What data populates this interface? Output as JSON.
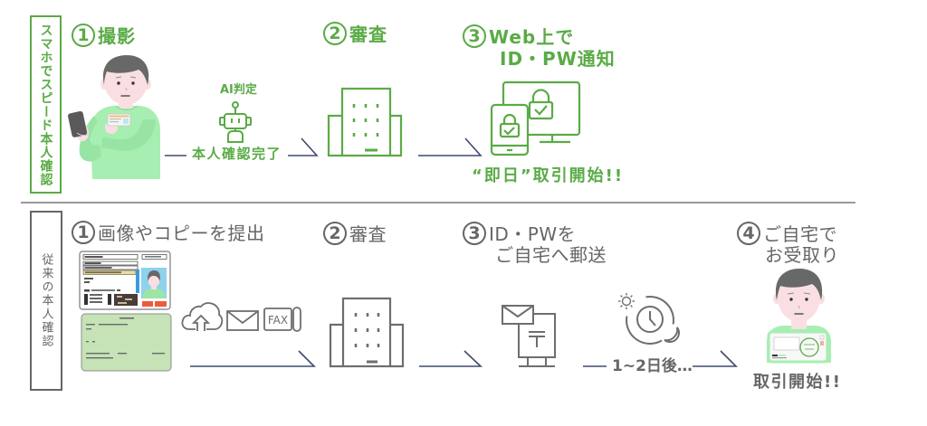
{
  "colors": {
    "accent_green": "#5aab46",
    "text_gray": "#666666",
    "icon_gray": "#6e6e6e",
    "arrow_navy": "#3f4a70",
    "sweater_mint": "#a6eeb1",
    "skin_pink": "#f9dfe2",
    "hair_gray": "#686868",
    "divider_gray": "#9a9a9a"
  },
  "speed": {
    "label": "スマホでスピード本人確認",
    "steps": [
      {
        "number": "1",
        "title": "撮影"
      },
      {
        "number": "2",
        "title": "審査"
      },
      {
        "number": "3",
        "title": "Web上で",
        "subtitle": "ID・PW通知"
      }
    ],
    "ai_label": "AI判定",
    "connector_label": "本人確認完了",
    "result": "“即日”取引開始!!"
  },
  "traditional": {
    "label": "従来の本人確認",
    "steps": [
      {
        "number": "1",
        "title": "画像やコピーを提出"
      },
      {
        "number": "2",
        "title": "審査"
      },
      {
        "number": "3",
        "title": "ID・PWを",
        "subtitle": "ご自宅へ郵送"
      },
      {
        "number": "4",
        "title": "ご自宅で",
        "subtitle": "お受取り"
      }
    ],
    "fax_label": "FAX",
    "wait_label": "1~2日後…",
    "result": "取引開始!!"
  },
  "icons": {
    "speed_capture": "person-taking-photo",
    "speed_ai": "robot",
    "review": "office-building",
    "speed_notify": "devices-with-lock",
    "traditional_documents": [
      "drivers-license",
      "notification-card"
    ],
    "traditional_submit": [
      "cloud-upload",
      "mail",
      "fax"
    ],
    "traditional_delivery": "mailbox",
    "traditional_wait": "clock-day-night",
    "traditional_receive": "person-with-envelope",
    "connector": "arrow-right"
  }
}
